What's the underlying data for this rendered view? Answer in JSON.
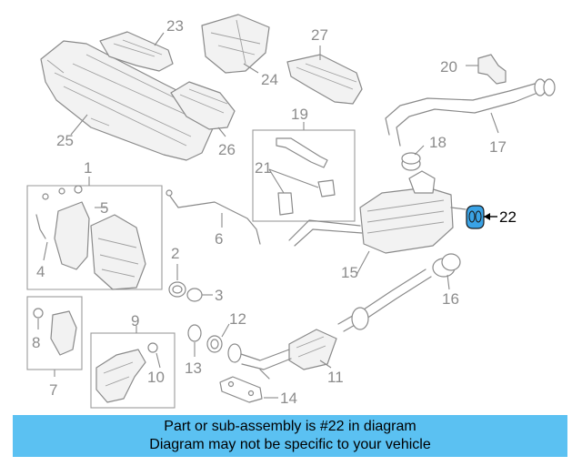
{
  "diagram": {
    "callouts": [
      "1",
      "2",
      "3",
      "4",
      "5",
      "6",
      "7",
      "8",
      "9",
      "10",
      "11",
      "12",
      "13",
      "14",
      "15",
      "16",
      "17",
      "18",
      "19",
      "20",
      "21",
      "22",
      "23",
      "24",
      "25",
      "26",
      "27"
    ],
    "highlighted_callout": "22",
    "highlight_color": "#3aa3e6",
    "line_color": "#8a8a8a"
  },
  "banner": {
    "line1": "Part or sub-assembly is #22 in diagram",
    "line2": "Diagram may not be specific to your vehicle",
    "background": "#5bc1f2"
  }
}
